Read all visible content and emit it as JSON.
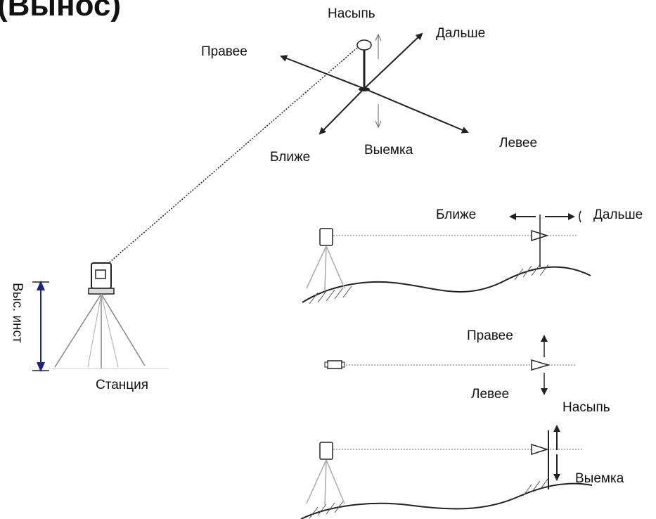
{
  "title": "(Вынос)",
  "labels": {
    "fill_top": "Насыпь",
    "further_top": "Дальше",
    "right_top": "Правее",
    "closer_top": "Ближе",
    "cut_top": "Выемка",
    "left_top": "Левее",
    "inst_height": "Выс. инст",
    "station": "Станция",
    "closer_side": "Ближе",
    "further_side": "Дальше",
    "right_plan": "Правее",
    "left_plan": "Левее",
    "fill_side": "Насыпь",
    "cut_side": "Выемка"
  },
  "colors": {
    "ink": "#222222",
    "accent": "#1a237e",
    "ground": "#333333"
  }
}
